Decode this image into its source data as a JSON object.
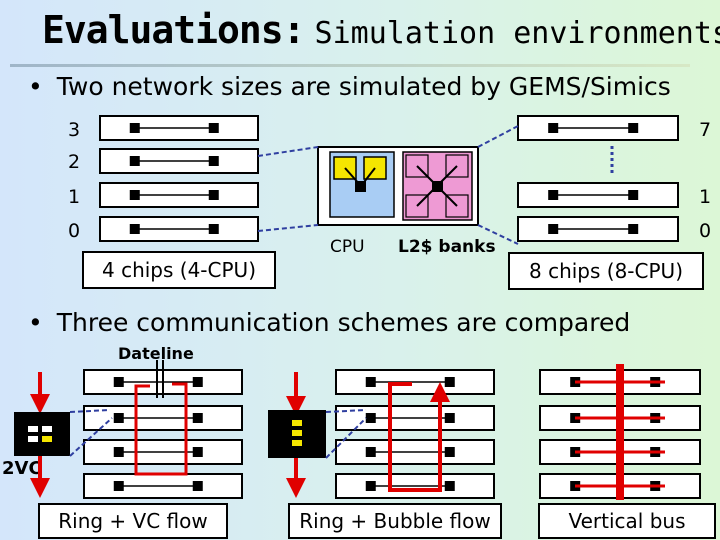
{
  "title": {
    "main": "Evaluations:",
    "sub": "Simulation environments"
  },
  "bullets": [
    "Two network sizes are simulated by GEMS/Simics",
    "Three communication schemes are compared"
  ],
  "bullet_glyph": "•",
  "networks": {
    "left_rows": [
      "3",
      "2",
      "1",
      "0"
    ],
    "left_caption": "4 chips (4-CPU)",
    "right_rows": [
      "7",
      "1",
      "0"
    ],
    "right_caption": "8 chips (8-CPU)"
  },
  "chip_detail": {
    "cpu_label": "CPU",
    "cache_label": "L2$ banks"
  },
  "schemes": {
    "dateline_label": "Dateline",
    "vc_label": "2VC",
    "captions": [
      "Ring + VC flow",
      "Ring + Bubble flow",
      "Vertical bus"
    ]
  },
  "colors": {
    "ring_arrow": "#e00000",
    "cpu_fill": "#a9cdf4",
    "cache_fill": "#ee9ad4",
    "core_fill": "#f5e600",
    "link_dashed": "#2f3fa0"
  }
}
